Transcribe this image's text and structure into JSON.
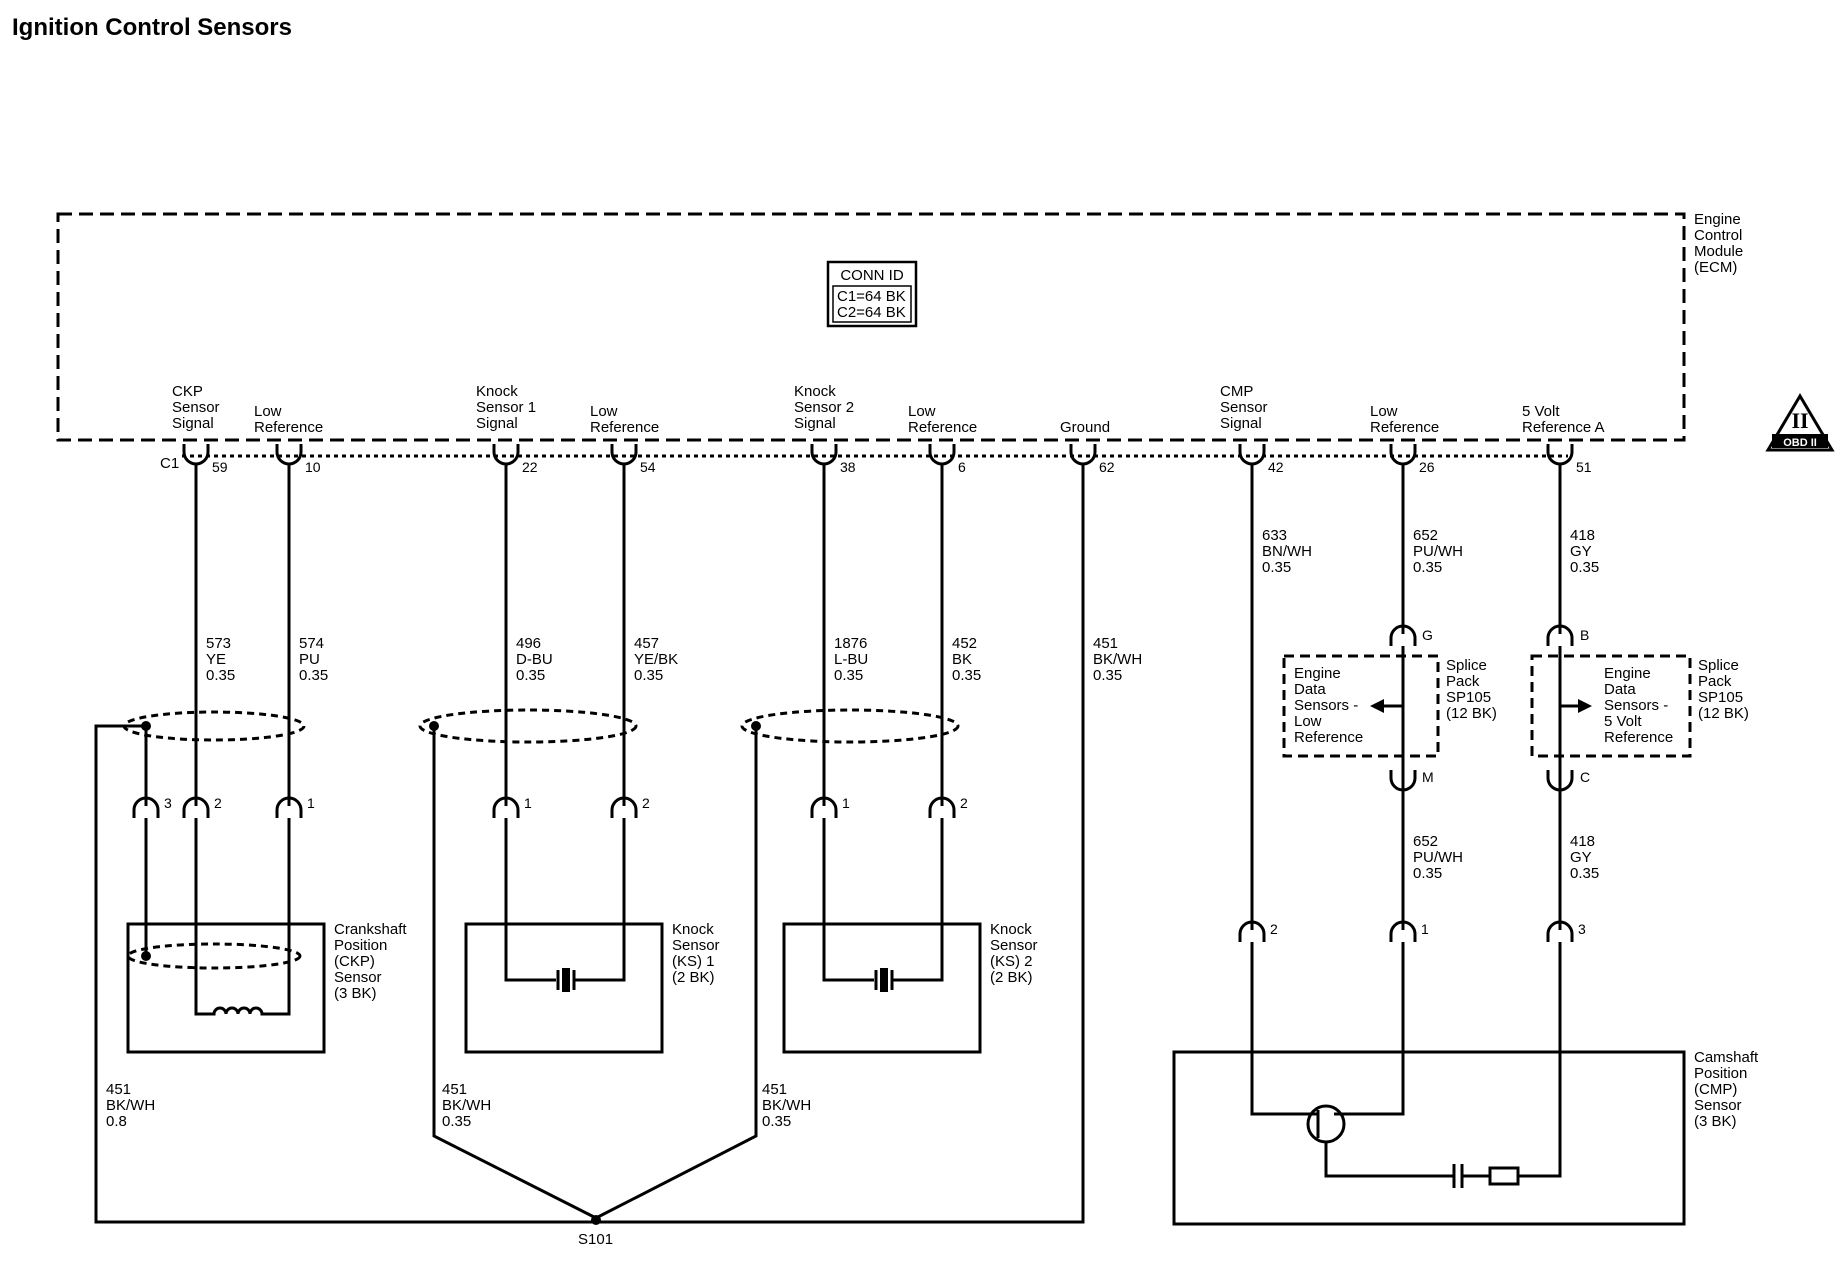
{
  "title": "Ignition Control Sensors",
  "ecm": {
    "label": [
      "Engine",
      "Control",
      "Module",
      "(ECM)"
    ],
    "conn_id": {
      "header": "CONN ID",
      "rows": [
        "C1=64 BK",
        "C2=64 BK"
      ]
    },
    "connector": "C1",
    "pins": [
      {
        "label": [
          "CKP",
          "Sensor",
          "Signal"
        ],
        "pin": "59"
      },
      {
        "label": [
          "Low",
          "Reference"
        ],
        "pin": "10"
      },
      {
        "label": [
          "Knock",
          "Sensor 1",
          "Signal"
        ],
        "pin": "22"
      },
      {
        "label": [
          "Low",
          "Reference"
        ],
        "pin": "54"
      },
      {
        "label": [
          "Knock",
          "Sensor 2",
          "Signal"
        ],
        "pin": "38"
      },
      {
        "label": [
          "Low",
          "Reference"
        ],
        "pin": "6"
      },
      {
        "label": [
          "Ground"
        ],
        "pin": "62"
      },
      {
        "label": [
          "CMP",
          "Sensor",
          "Signal"
        ],
        "pin": "42"
      },
      {
        "label": [
          "Low",
          "Reference"
        ],
        "pin": "26"
      },
      {
        "label": [
          "5 Volt",
          "Reference A"
        ],
        "pin": "51"
      }
    ]
  },
  "obd_badge": {
    "symbol": "II",
    "text": "OBD II"
  },
  "wires": [
    [
      "573",
      "YE",
      "0.35"
    ],
    [
      "574",
      "PU",
      "0.35"
    ],
    [
      "496",
      "D-BU",
      "0.35"
    ],
    [
      "457",
      "YE/BK",
      "0.35"
    ],
    [
      "1876",
      "L-BU",
      "0.35"
    ],
    [
      "452",
      "BK",
      "0.35"
    ],
    [
      "451",
      "BK/WH",
      "0.35"
    ],
    [
      "633",
      "BN/WH",
      "0.35"
    ],
    [
      "652",
      "PU/WH",
      "0.35"
    ],
    [
      "418",
      "GY",
      "0.35"
    ],
    [
      "652",
      "PU/WH",
      "0.35"
    ],
    [
      "418",
      "GY",
      "0.35"
    ],
    [
      "451",
      "BK/WH",
      "0.8"
    ],
    [
      "451",
      "BK/WH",
      "0.35"
    ],
    [
      "451",
      "BK/WH",
      "0.35"
    ]
  ],
  "sensor_pins": [
    "3",
    "2",
    "1",
    "1",
    "2",
    "1",
    "2",
    "2",
    "1",
    "3"
  ],
  "splice_pins": [
    "G",
    "M",
    "B",
    "C"
  ],
  "components": {
    "ckp": [
      "Crankshaft",
      "Position",
      "(CKP)",
      "Sensor",
      "(3 BK)"
    ],
    "ks1": [
      "Knock",
      "Sensor",
      "(KS) 1",
      "(2 BK)"
    ],
    "ks2": [
      "Knock",
      "Sensor",
      "(KS) 2",
      "(2 BK)"
    ],
    "cmp": [
      "Camshaft",
      "Position",
      "(CMP)",
      "Sensor",
      "(3 BK)"
    ]
  },
  "splice_packs": [
    {
      "inner": [
        "Engine",
        "Data",
        "Sensors -",
        "Low",
        "Reference"
      ],
      "outer": [
        "Splice",
        "Pack",
        "SP105",
        "(12 BK)"
      ]
    },
    {
      "inner": [
        "Engine",
        "Data",
        "Sensors -",
        "5 Volt",
        "Reference"
      ],
      "outer": [
        "Splice",
        "Pack",
        "SP105",
        "(12 BK)"
      ]
    }
  ],
  "splice_point": "S101"
}
